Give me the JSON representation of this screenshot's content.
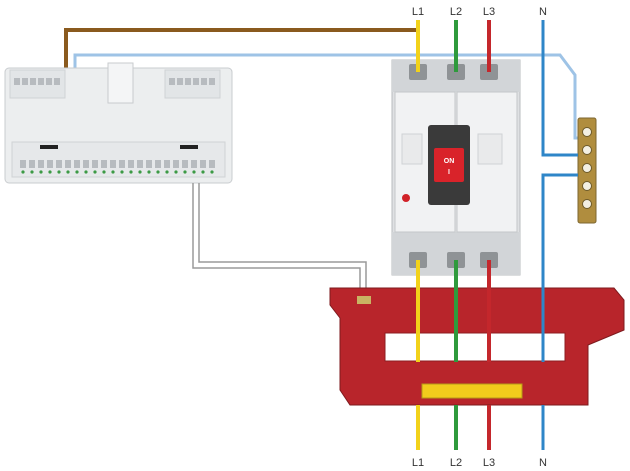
{
  "phase_labels_top": [
    "L1",
    "L2",
    "L3",
    "N"
  ],
  "phase_labels_bottom": [
    "L1",
    "L2",
    "L3",
    "N"
  ],
  "breaker": {
    "handle_text": "ON",
    "handle_sub": "I"
  },
  "colors": {
    "L1": "#f2d21a",
    "L2": "#2e9a3c",
    "L3": "#c4272c",
    "N": "#2f86c8",
    "control_wire": "#8a5a1e",
    "signal_wire": "#9ec3e6",
    "ct_body": "#b8252b",
    "busbar": "#b08d3e"
  },
  "icons": [
    "monitor-module",
    "circuit-breaker",
    "current-transformer",
    "neutral-busbar"
  ]
}
